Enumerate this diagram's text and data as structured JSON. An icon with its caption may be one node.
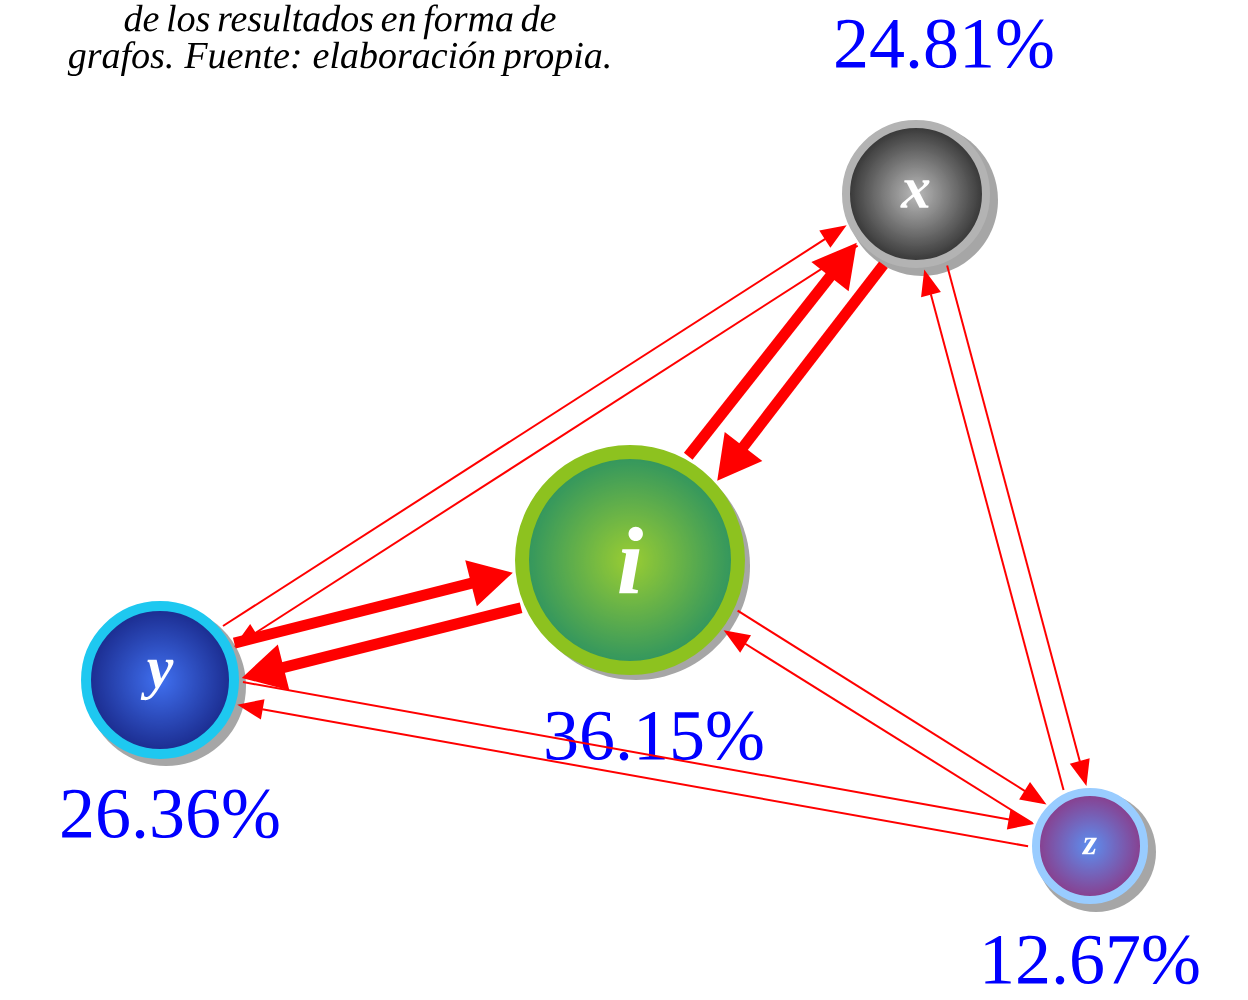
{
  "diagram": {
    "caption": "de los resultados en forma de grafos. Fuente: elaboración propia.",
    "nodes": [
      {
        "text": [
          "x"
        ],
        "beside": [
          "24.81%"
        ]
      },
      {
        "text": [
          "i"
        ],
        "beside": [
          "36.15%"
        ]
      },
      {
        "text": [
          "y"
        ],
        "beside": [
          "26.36%"
        ]
      },
      {
        "text": [
          "z"
        ],
        "beside": [
          "12.67%"
        ]
      }
    ],
    "edges": [
      {
        "from": 0,
        "to": 2,
        "arrow": "to"
      },
      {
        "from": 2,
        "to": 0,
        "arrow": "to"
      },
      {
        "from": 0,
        "to": 1,
        "arrow": "to",
        "style": "thick"
      },
      {
        "from": 1,
        "to": 0,
        "arrow": "to",
        "style": "thick"
      },
      {
        "from": 2,
        "to": 1,
        "arrow": "to",
        "style": "thick"
      },
      {
        "from": 1,
        "to": 2,
        "arrow": "to",
        "style": "thick"
      },
      {
        "from": 0,
        "to": 3,
        "arrow": "to"
      },
      {
        "from": 3,
        "to": 0,
        "arrow": "to"
      },
      {
        "from": 1,
        "to": 3,
        "arrow": "to"
      },
      {
        "from": 3,
        "to": 1,
        "arrow": "to"
      },
      {
        "from": 2,
        "to": 3,
        "arrow": "to"
      },
      {
        "from": 3,
        "to": 2,
        "arrow": "to"
      }
    ]
  }
}
